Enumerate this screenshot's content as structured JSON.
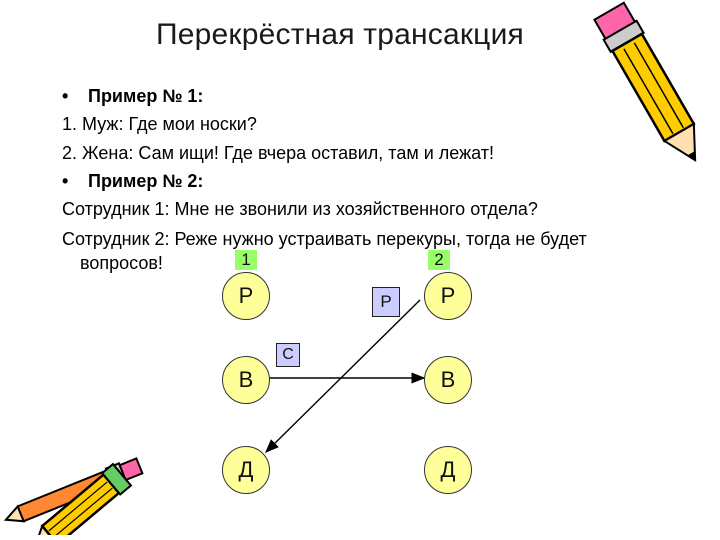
{
  "slide": {
    "title": "Перекрёстная трансакция",
    "bullet_char": "•",
    "lines": {
      "example1_heading": "Пример № 1:",
      "example1_line1": "1. Муж: Где мои носки?",
      "example1_line2": "2. Жена: Сам ищи! Где вчера оставил, там и лежат!",
      "example2_heading": "Пример № 2:",
      "example2_line1": "Сотрудник 1: Мне не звонили из хозяйственного отдела?",
      "example2_line2": "Сотрудник 2: Реже нужно устраивать перекуры, тогда не будет",
      "example2_line3": "вопросов!"
    }
  },
  "diagram": {
    "person1_label": "1",
    "person2_label": "2",
    "left_states": [
      "Р",
      "В",
      "Д"
    ],
    "right_states": [
      "Р",
      "В",
      "Д"
    ],
    "box_p_label": "Р",
    "box_c_label": "С",
    "colors": {
      "circle_fill": "#ffff99",
      "box_fill": "#ccccff",
      "tag_fill": "#99ff66"
    }
  },
  "decorations": {
    "top_right_icon": "pencil-icon",
    "bottom_left_icon": "pencils-icon"
  }
}
